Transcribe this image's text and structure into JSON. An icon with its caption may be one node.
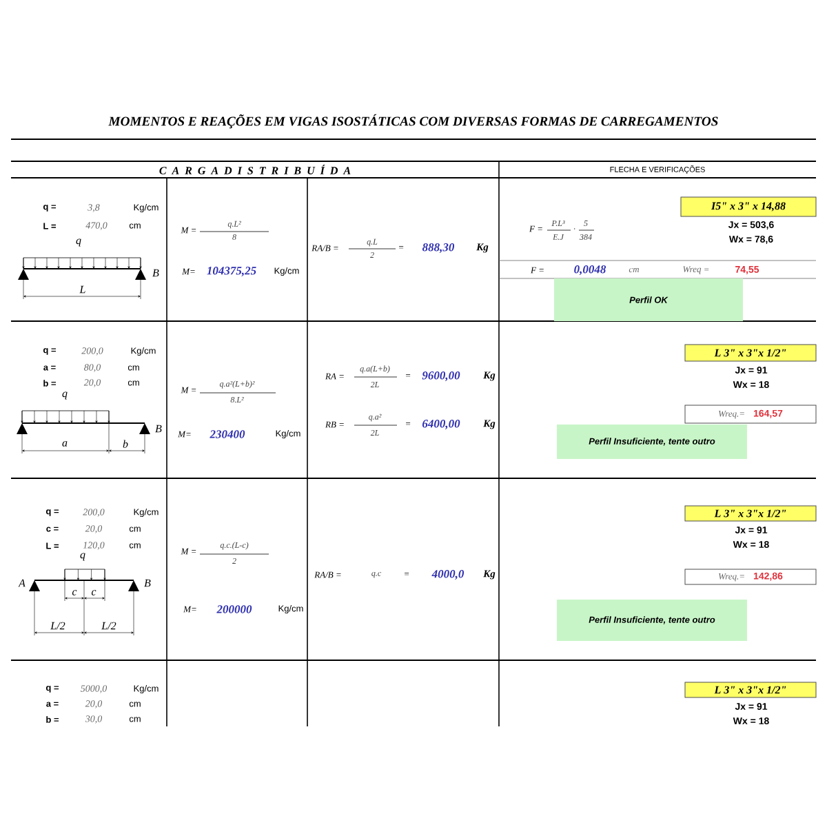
{
  "diagram": {
    "title": "MOMENTOS E REAÇÕES EM VIGAS ISOSTÁTICAS COM DIVERSAS FORMAS DE CARREGAMENTOS",
    "nodes": [
      {
        "text": [
          "I5\" x 3\" x 14,88"
        ],
        "beside": [
          "Jx = 503,6",
          "Wx = 78,6"
        ]
      },
      {
        "text": [
          "Perfil OK"
        ]
      },
      {
        "text": [
          "L 3\" x 3\"x 1/2\""
        ],
        "beside": [
          "Jx = 91",
          "Wx = 18"
        ]
      },
      {
        "text": [
          "Wreq.=",
          "164,57"
        ]
      },
      {
        "text": [
          "Perfil Insuficiente, tente outro"
        ]
      },
      {
        "text": [
          "L 3\" x 3\"x 1/2\""
        ],
        "beside": [
          "Jx = 91",
          "Wx = 18"
        ]
      },
      {
        "text": [
          "Wreq.=",
          "142,86"
        ]
      },
      {
        "text": [
          "Perfil Insuficiente, tente outro"
        ]
      },
      {
        "text": [
          "L 3\" x 3\"x 1/2\""
        ],
        "beside": [
          "Jx = 91",
          "Wx = 18"
        ]
      }
    ],
    "edges": [],
    "labels": [
      "C A R G A D I S T R I B U Í D A",
      "FLECHA E VERIFICAÇÕES",
      "q =",
      "3,8",
      "Kg/cm",
      "L =",
      "470,0",
      "cm",
      "q",
      "B",
      "L",
      "M =",
      "q.L²",
      "8",
      "M=",
      "104375,25",
      "Kg/cm",
      "RA/B =",
      "q.L",
      "2",
      "=",
      "888,30",
      "Kg",
      "F =",
      "P.L³",
      "E.J",
      ".",
      "5",
      "384",
      "F =",
      "0,0048",
      "cm",
      "Wreq =",
      "74,55",
      "q =",
      "200,0",
      "Kg/cm",
      "a =",
      "80,0",
      "cm",
      "b =",
      "20,0",
      "cm",
      "q",
      "B",
      "a",
      "b",
      "M =",
      "q.a²(L+b)²",
      "8.L²",
      "M=",
      "230400",
      "Kg/cm",
      "RA =",
      "q.a(L+b)",
      "2L",
      "=",
      "9600,00",
      "Kg",
      "RB =",
      "q.a²",
      "2L",
      "=",
      "6400,00",
      "Kg",
      "q =",
      "200,0",
      "Kg/cm",
      "c =",
      "20,0",
      "cm",
      "L =",
      "120,0",
      "cm",
      "q",
      "A",
      "B",
      "c",
      "c",
      "L/2",
      "L/2",
      "M =",
      "q.c.(L-c)",
      "2",
      "M=",
      "200000",
      "Kg/cm",
      "RA/B =",
      "q.c",
      "=",
      "4000,0",
      "Kg",
      "q =",
      "5000,0",
      "Kg/cm",
      "a =",
      "20,0",
      "cm",
      "b =",
      "30,0",
      "cm"
    ]
  }
}
